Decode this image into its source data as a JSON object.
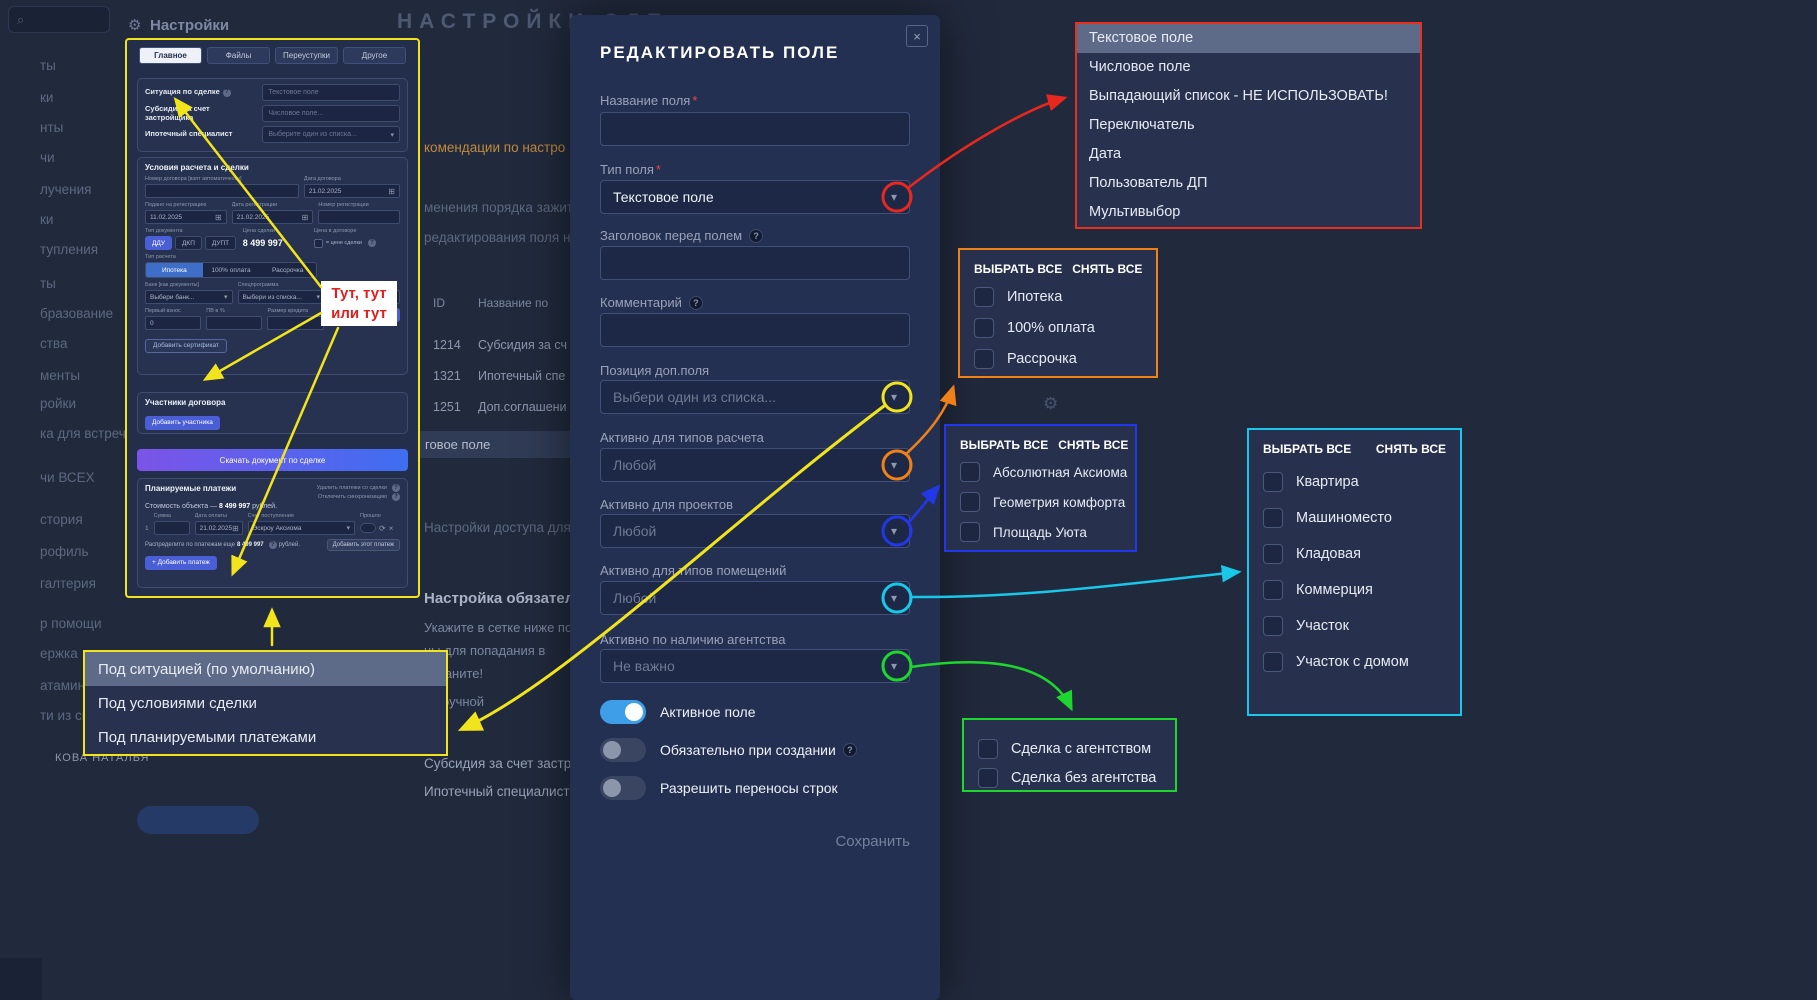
{
  "icons": {
    "gear": "⚙",
    "close": "×",
    "chevron": "▾",
    "question": "?",
    "calendar": "⊞",
    "refresh": "⟳",
    "remove": "×",
    "search": "⌕"
  },
  "background": {
    "nav_title": "Настройки",
    "page_title": "НАСТРОЙКИ СДЕ",
    "sidebar_items": [
      "ты",
      "ки",
      "нты",
      "чи",
      "лучения",
      "ки",
      "тупления",
      "ты",
      "бразование",
      "ства",
      "менты",
      "ройки",
      "ка для встреч",
      "чи ВСЕХ",
      "стория",
      "рофиль",
      "галтерия",
      "р помощи",
      "ержка",
      "атамине",
      "ти из систем"
    ],
    "user_name": "КОВА НАТАЛЬЯ",
    "banner": "комендации по настро",
    "line1": "менения порядка зажит",
    "line2": "редактирования поля на",
    "table": {
      "id_header": "ID",
      "name_header": "Название по",
      "rows": [
        {
          "id": "1214",
          "name": "Субсидия за сч"
        },
        {
          "id": "1321",
          "name": "Ипотечный спе"
        },
        {
          "id": "1251",
          "name": "Доп.соглашени"
        }
      ],
      "selected_row": "говое поле"
    },
    "access_line": "Настройки доступа для р",
    "section_title": "Настройка обязател",
    "para": [
      "Укажите в сетке ниже поля, к",
      "ны для попадания в",
      "охраните!",
      "на ручной"
    ],
    "field1": "Субсидия за счет застройщика",
    "field2": "Ипотечный специалист"
  },
  "annotation": {
    "line1": "Тут, тут",
    "line2": "или тут"
  },
  "preview": {
    "tabs": [
      "Главное",
      "Файлы",
      "Переуступки",
      "Другое"
    ],
    "situation": {
      "label": "Ситуация по сделке",
      "placeholder": "Текстовое поле"
    },
    "subsidy": {
      "label": "Субсидия за счет застройщика",
      "placeholder": "Числовое поле..."
    },
    "specialist": {
      "label": "Ипотечный специалист",
      "placeholder": "Выберите один из списка..."
    },
    "conditions": {
      "title": "Условия расчета и сделки",
      "contract_number_label": "Номер договора [взят автоматически]",
      "contract_date_label": "Дата договора",
      "contract_date": "21.02.2025",
      "reg_submitted_label": "Подано на регистрацию",
      "reg_submitted": "11.02.2025",
      "reg_date_label": "Дата регистрации",
      "reg_date": "21.02.2025",
      "reg_number_label": "Номер регистрации",
      "doc_type_label": "Тип документа",
      "doc_types": [
        "ДДУ",
        "ДКП",
        "ДУПТ"
      ],
      "deal_price_label": "Цена сделки",
      "deal_price": "8 499 997",
      "contract_price_label": "Цена в договоре",
      "equals_price": "= цене сделки",
      "calc_type_label": "Тип расчета",
      "calc_types": [
        "Ипотека",
        "100% оплата",
        "Рассрочка"
      ],
      "bank_label": "Банк [как документы]",
      "bank_placeholder": "Выбери банк...",
      "program_label": "Спецпрограмма",
      "program_placeholder": "Выбери из списка...",
      "registration_label": "Регистрация [как докум...]",
      "first_payment_label": "Первый взнос",
      "first_payment": "0",
      "pv_label": "ПВ в %",
      "credit_label": "Размер кредита",
      "calc_button": "Рассчитать платеж",
      "cert_button": "Добавить сертификат"
    },
    "participants": {
      "title": "Участники договора",
      "add_button": "Добавить участника"
    },
    "download_button": "Скачать документ по сделке",
    "payments": {
      "title": "Планируемые платежи",
      "remove_link": "Удалить платежи со сделки",
      "sync_link": "Отключить синхронизацию",
      "cost_prefix": "Стоимость объекта —",
      "cost_amount": "8 499 997",
      "cost_suffix": "рублей.",
      "row_index": "1",
      "sum_label": "Сумма",
      "date_label": "Дата оплаты",
      "date_value": "21.02.2025",
      "account_label": "Счет поступления",
      "account_value": "Эскроу Аксиома",
      "passed_label": "Прошло",
      "distribute_prefix": "Распределите по платежам еще",
      "distribute_amount": "8 499 997",
      "distribute_suffix": "рублей.",
      "add_this_button": "Добавить этот платеж",
      "add_button": "+ Добавить платеж"
    }
  },
  "position_list": {
    "items": [
      "Под ситуацией (по умолчанию)",
      "Под условиями сделки",
      "Под планируемыми платежами"
    ]
  },
  "modal": {
    "title": "РЕДАКТИРОВАТЬ ПОЛЕ",
    "required_marker": "*",
    "name_label": "Название поля",
    "type_label": "Тип поля",
    "type_value": "Текстовое поле",
    "header_label": "Заголовок перед полем",
    "comment_label": "Комментарий",
    "position_label": "Позиция доп.поля",
    "position_placeholder": "Выбери один из списка...",
    "calc_label": "Активно для типов расчета",
    "calc_value": "Любой",
    "projects_label": "Активно для проектов",
    "projects_value": "Любой",
    "rooms_label": "Активно для типов помещений",
    "rooms_value": "Любой",
    "agency_label": "Активно по наличию агентства",
    "agency_value": "Не важно",
    "toggle_active": "Активное поле",
    "toggle_required": "Обязательно при создании",
    "toggle_wrap": "Разрешить переносы строк",
    "save_button": "Сохранить"
  },
  "panels": {
    "labels": {
      "select_all": "ВЫБРАТЬ ВСЕ",
      "clear_all": "СНЯТЬ ВСЕ"
    },
    "field_types": [
      "Текстовое поле",
      "Числовое поле",
      "Выпадающий список - НЕ ИСПОЛЬЗОВАТЬ!",
      "Переключатель",
      "Дата",
      "Пользователь ДП",
      "Мультивыбор"
    ],
    "calc_types": [
      "Ипотека",
      "100% оплата",
      "Рассрочка"
    ],
    "projects": [
      "Абсолютная Аксиома",
      "Геометрия комфорта",
      "Площадь Уюта"
    ],
    "room_types": [
      "Квартира",
      "Машиноместо",
      "Кладовая",
      "Коммерция",
      "Участок",
      "Участок с домом"
    ],
    "agency": [
      "Сделка с агентством",
      "Сделка без агентства"
    ]
  }
}
